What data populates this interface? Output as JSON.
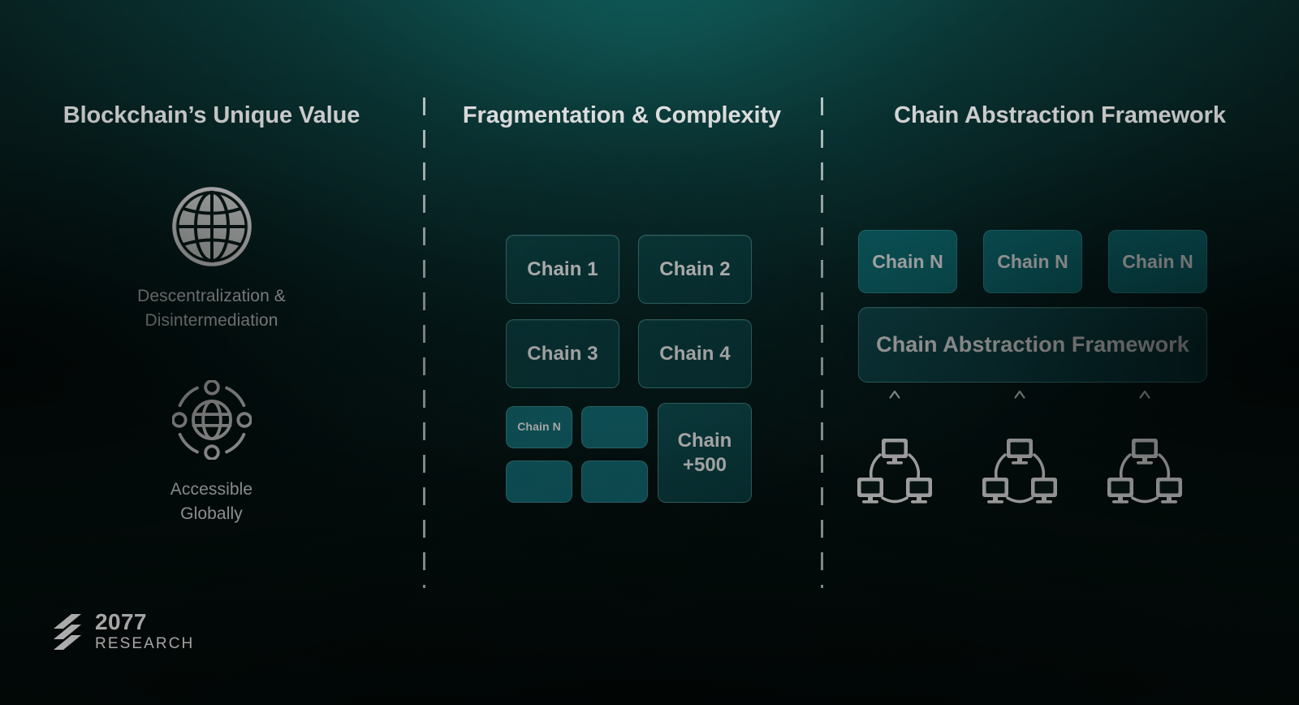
{
  "theme": {
    "background_dark": "#05120f",
    "glow_teal": "#105e5c",
    "accent_teal": "#0e757c",
    "box_teal_dark": "#0c4648",
    "border_teal": "#74c9c4",
    "text_white": "#ffffff",
    "divider_color": "#dfeeec"
  },
  "columns": [
    {
      "id": "value",
      "title": "Blockchain’s Unique Value"
    },
    {
      "id": "fragmentation",
      "title": "Fragmentation & Complexity"
    },
    {
      "id": "abstraction",
      "title": "Chain Abstraction Framework"
    }
  ],
  "value_column": {
    "items": [
      {
        "icon": "globe-grid-icon",
        "label": "Descentralization &\nDisintermediation"
      },
      {
        "icon": "globe-network-icon",
        "label": "Accessible\nGlobally"
      }
    ]
  },
  "fragmentation_column": {
    "big_boxes": [
      {
        "label": "Chain 1"
      },
      {
        "label": "Chain 2"
      },
      {
        "label": "Chain 3"
      },
      {
        "label": "Chain 4"
      }
    ],
    "small_boxes": [
      {
        "label": "Chain N"
      },
      {
        "label": ""
      },
      {
        "label": ""
      },
      {
        "label": ""
      }
    ],
    "overflow_box": {
      "label": "Chain\n+500"
    }
  },
  "abstraction_column": {
    "chain_boxes": [
      {
        "label": "Chain N"
      },
      {
        "label": "Chain N"
      },
      {
        "label": "Chain N"
      }
    ],
    "framework_bar": {
      "label": "Chain Abstraction Framework"
    },
    "connectors": [
      {
        "icon": "arrow-up-icon",
        "network_icon": "computer-network-icon"
      },
      {
        "icon": "arrow-up-icon",
        "network_icon": "computer-network-icon"
      },
      {
        "icon": "arrow-up-icon",
        "network_icon": "computer-network-icon"
      }
    ]
  },
  "logo": {
    "mark": "2077-research-logo-mark",
    "line1": "2077",
    "line2": "RESEARCH"
  }
}
